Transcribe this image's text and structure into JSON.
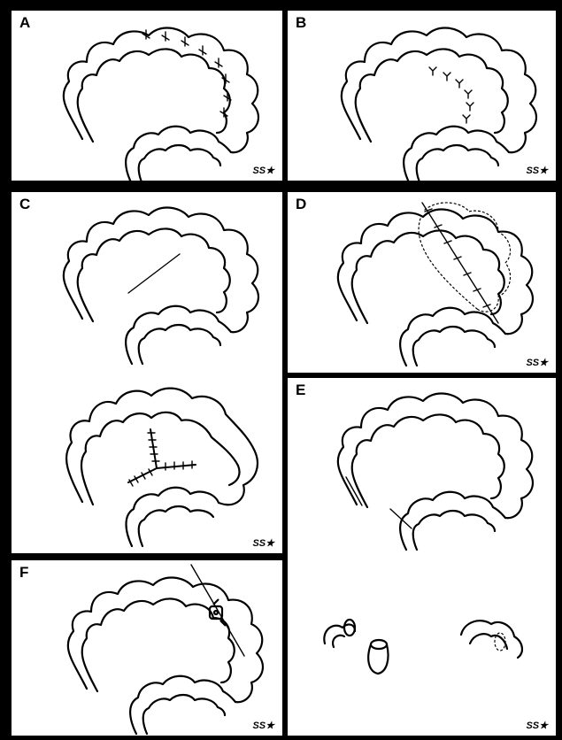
{
  "panels": [
    {
      "label": "A",
      "signature": "SS★"
    },
    {
      "label": "B",
      "signature": "SS★"
    },
    {
      "label": "C",
      "signature": "SS★"
    },
    {
      "label": "D",
      "signature": "SS★"
    },
    {
      "label": "E",
      "signature": "SS★"
    },
    {
      "label": "F",
      "signature": "SS★"
    }
  ]
}
